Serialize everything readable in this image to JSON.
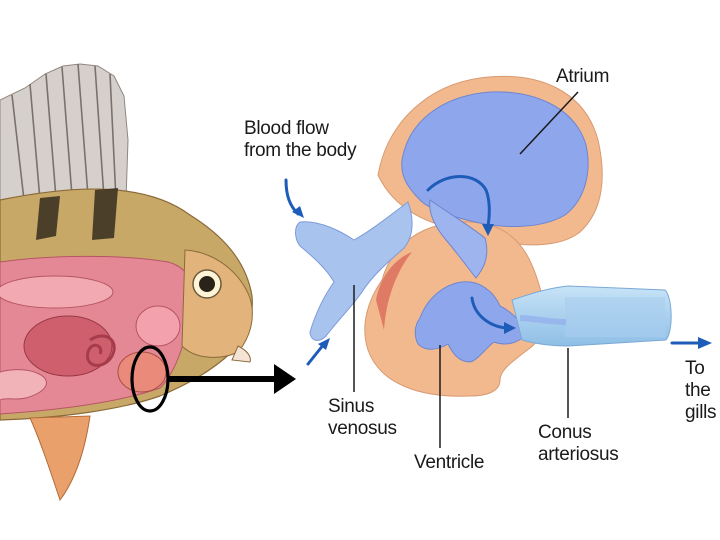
{
  "labels": {
    "atrium": "Atrium",
    "blood_flow": "Blood flow\nfrom the body",
    "sinus_venosus": "Sinus\nvenosus",
    "ventricle": "Ventricle",
    "conus_arteriosus": "Conus\narteriosus",
    "to_gills": "To\nthe\ngills"
  },
  "colors": {
    "blood_blue": "#8ea6ec",
    "pericardium_peach": "#f3b98e",
    "arrow_blue": "#1d5cb8",
    "pointer_black": "#000000"
  }
}
